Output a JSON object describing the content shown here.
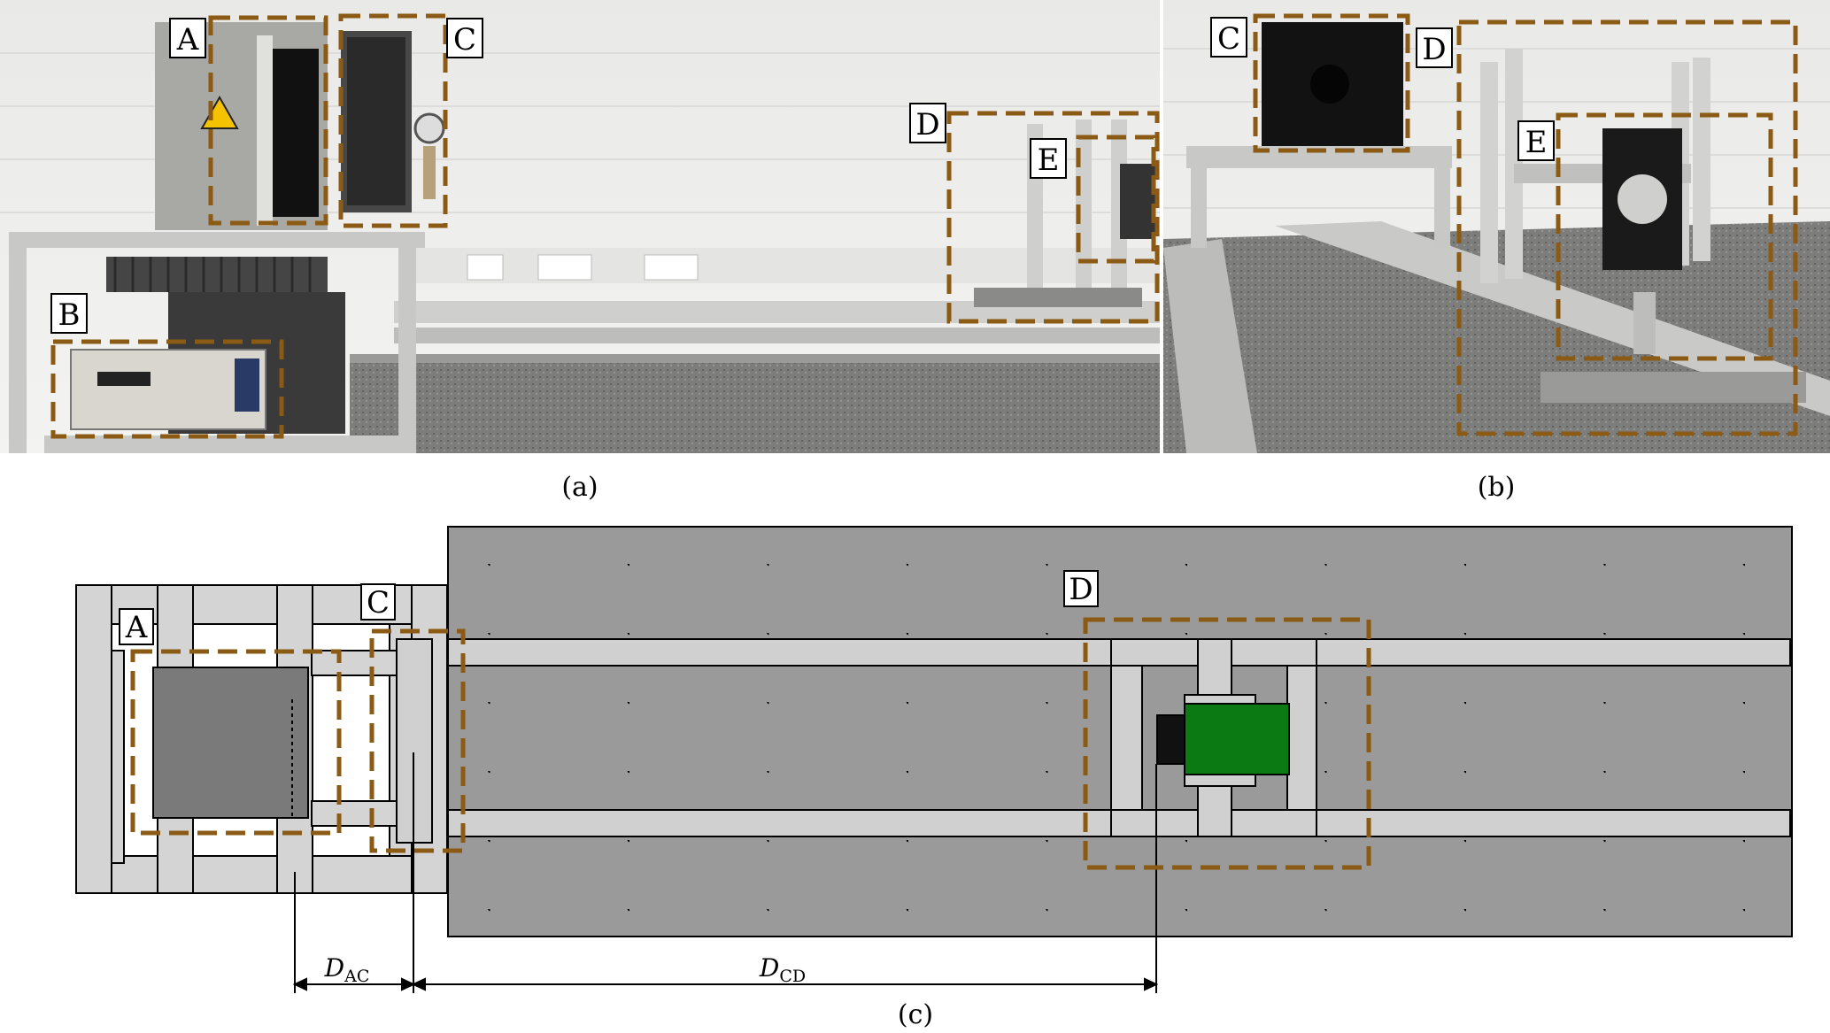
{
  "captions": {
    "a": "(a)",
    "b": "(b)",
    "c": "(c)"
  },
  "labels": {
    "A": "A",
    "B": "B",
    "C": "C",
    "D": "D",
    "E": "E"
  },
  "dimensions": {
    "ac": {
      "symbol": "D",
      "subscript": "AC"
    },
    "cd": {
      "symbol": "D",
      "subscript": "CD"
    }
  },
  "colors": {
    "dashed_box": "#8b5a14",
    "camera_body": "#0c7a12",
    "camera_lens": "#111111",
    "table_top": "#9a9a9a",
    "rail": "#cfcfcf",
    "heater_box": "#7a7a7a"
  }
}
